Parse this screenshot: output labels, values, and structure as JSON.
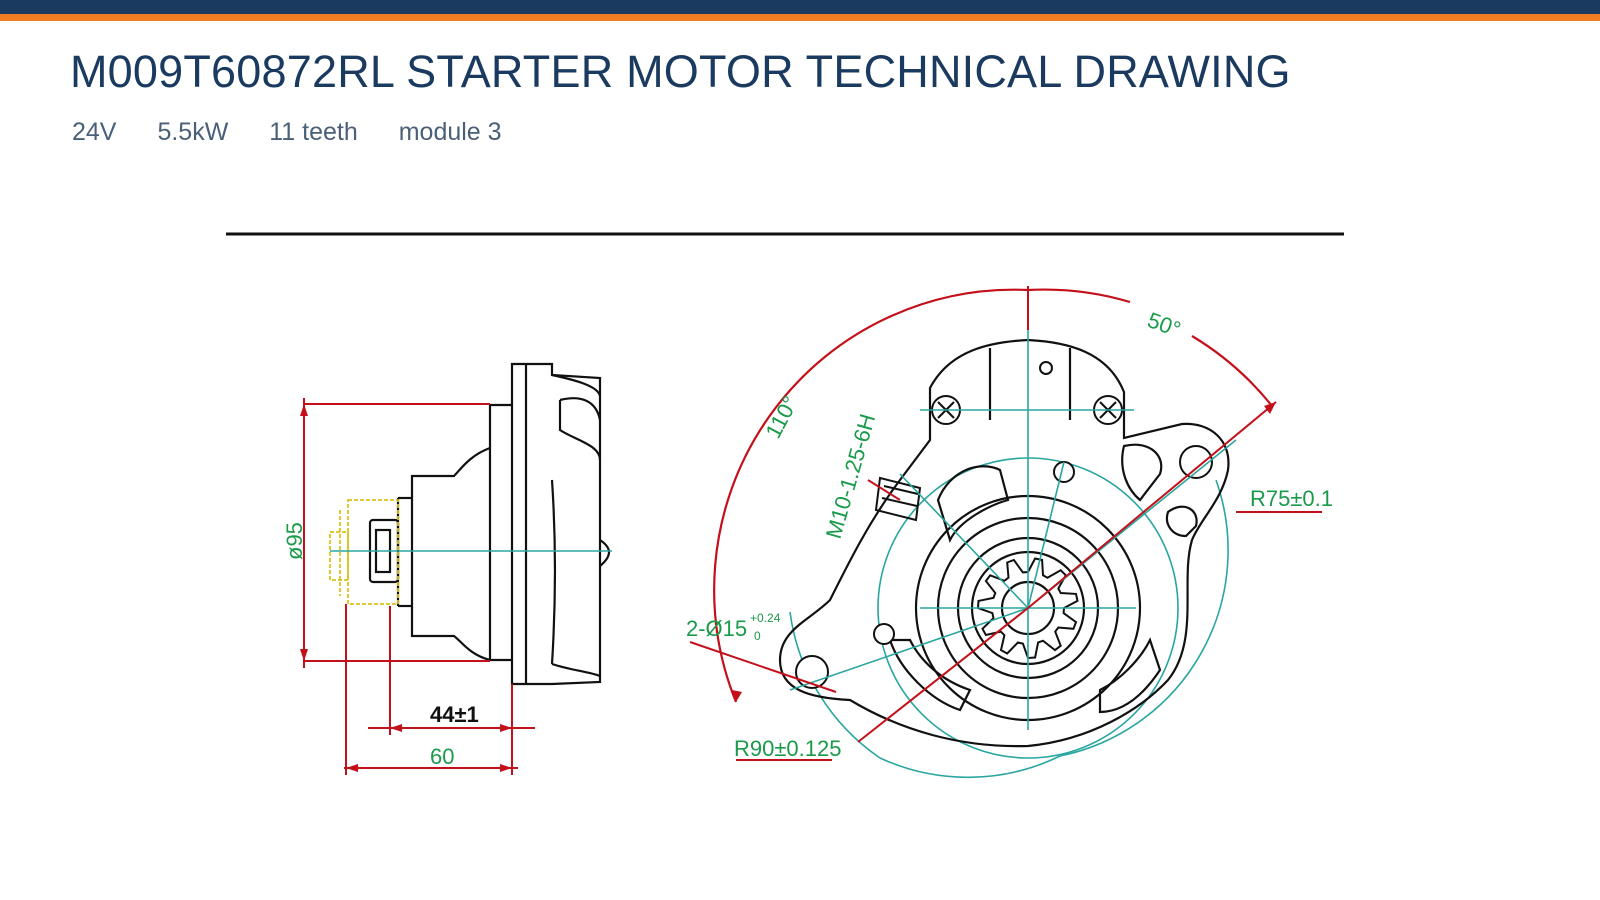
{
  "header": {
    "title": "M009T60872RL STARTER MOTOR TECHNICAL DRAWING",
    "specs": [
      "24V",
      "5.5kW",
      "11 teeth",
      "module 3"
    ]
  },
  "drawing": {
    "labels": {
      "diameter": "ø95",
      "length_44": "44±1",
      "length_60": "60",
      "angle_50": "50°",
      "angle_110": "110°",
      "thread": "M10-1.25-6H",
      "holes": "2-Ø15",
      "holes_tol_upper": "+0.24",
      "holes_tol_lower": "0",
      "radius_75": "R75±0.1",
      "radius_90": "R90±0.125"
    }
  },
  "colors": {
    "brand_navy": "#1b3a5f",
    "brand_orange": "#ef7d22",
    "dimension_red": "#c4101a",
    "dimension_green": "#1a9a4a",
    "center_teal": "#2aa6a0"
  }
}
